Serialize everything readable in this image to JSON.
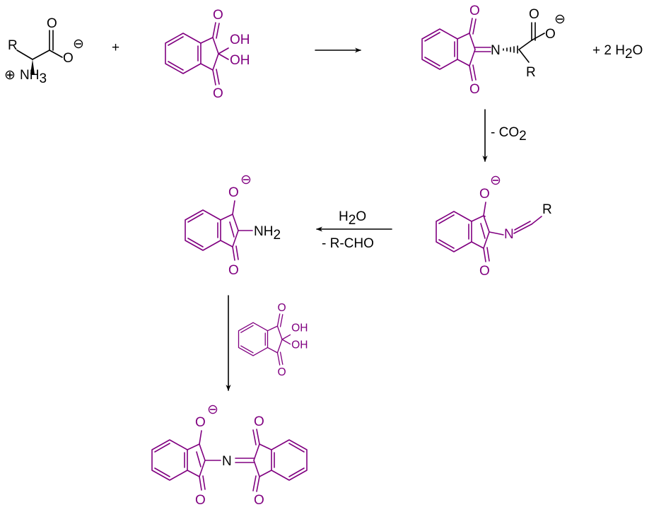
{
  "colors": {
    "reagent": "#000000",
    "ninhydrin_derived": "#800080",
    "background": "#ffffff"
  },
  "labels": {
    "substituent": "R",
    "oxygen": "O",
    "nitrogen": "N",
    "hydroxyl": "OH",
    "amine_base": "NH",
    "amine_sub_2": "2",
    "amine_sub_3": "3",
    "minus": "⊖",
    "plus": "⊕"
  },
  "reaction": {
    "plus_sign": "+",
    "byproduct": "+  2 H",
    "byproduct_sub": "2",
    "byproduct_end": "O",
    "decarboxylation_base": "- CO",
    "decarboxylation_sub": "2",
    "hydrolysis_water_base": "H",
    "hydrolysis_water_sub": "2",
    "hydrolysis_water_end": "O",
    "hydrolysis_loss": "- R-CHO"
  }
}
